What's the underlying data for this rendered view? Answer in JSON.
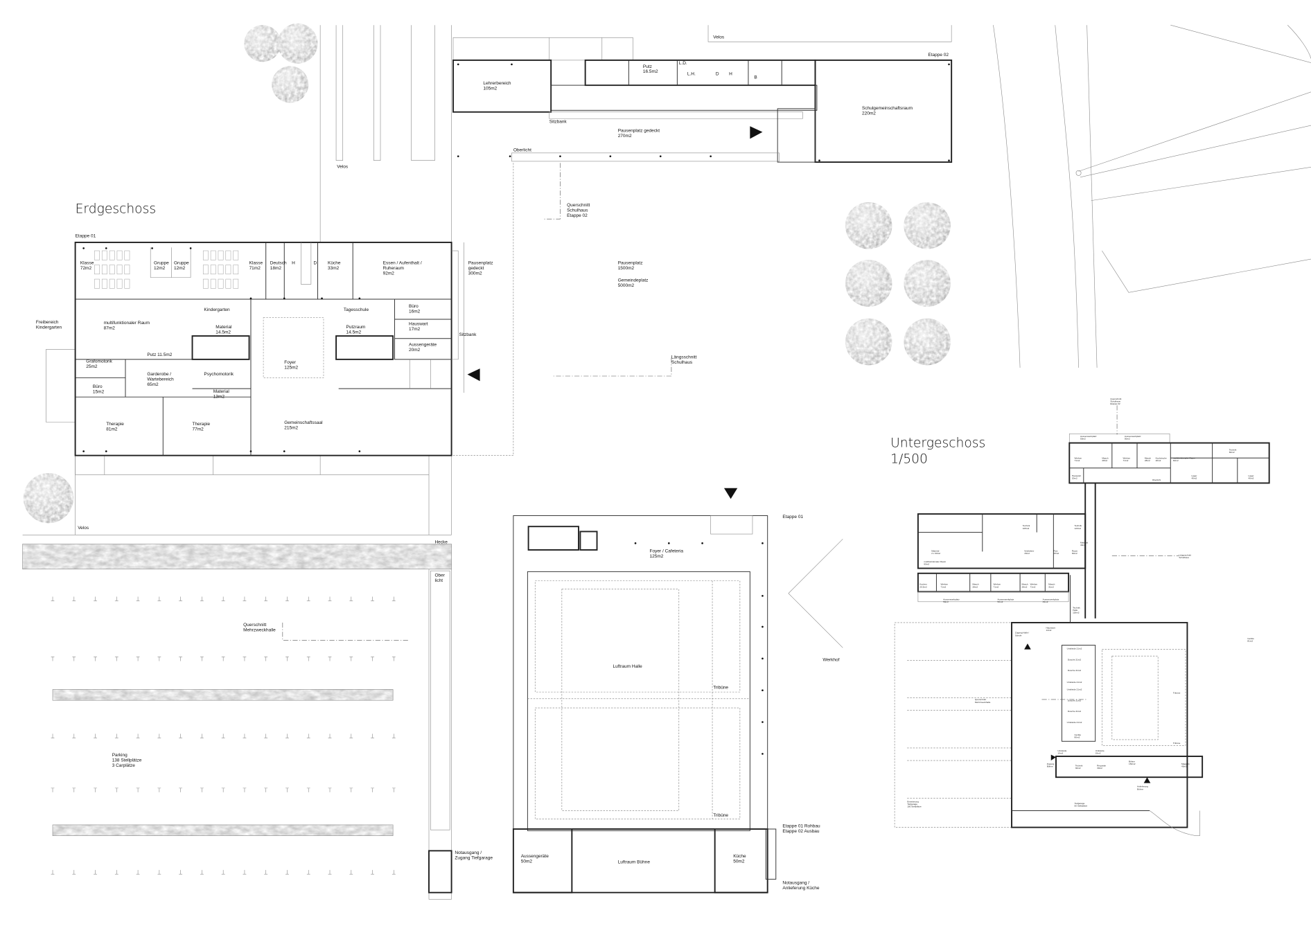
{
  "titles": {
    "erdgeschoss": "Erdgeschoss",
    "untergeschoss": "Untergeschoss",
    "scale": "1/500"
  },
  "erdgeschoss": {
    "etappe": [
      "Etappe 01"
    ],
    "rooms": [
      [
        "Klasse",
        "72m2"
      ],
      [
        "Gruppe",
        "12m2"
      ],
      [
        "Gruppe",
        "12m2"
      ],
      [
        "Klasse",
        "71m2"
      ],
      [
        "Deutsch",
        "18m2"
      ],
      [
        "H"
      ],
      [
        "D"
      ],
      [
        "Küche",
        "33m2"
      ],
      [
        "Essen / Aufenthalt /",
        "Ruheraum",
        "92m2"
      ],
      [
        "Kindergarten"
      ],
      [
        "multifunktionaler Raum",
        "87m2"
      ],
      [
        "Material",
        "14.5m2"
      ],
      [
        "Foyer",
        "125m2"
      ],
      [
        "Tagesschule"
      ],
      [
        "Putzraum",
        "14.5m2"
      ],
      [
        "Büro",
        "16m2"
      ],
      [
        "Hauswart",
        "17m2"
      ],
      [
        "Aussengeräte",
        "20m2"
      ],
      [
        "Putz 11.5m2"
      ],
      [
        "Grafomotorik",
        "25m2"
      ],
      [
        "Garderobe /",
        "Wartebereich",
        "65m2"
      ],
      [
        "Psychomotorik"
      ],
      [
        "Büro",
        "15m2"
      ],
      [
        "Material",
        "13m2"
      ],
      [
        "Therapie",
        "81m2"
      ],
      [
        "Therapie",
        "77m2"
      ],
      [
        "Gemeinschaftssaal",
        "215m2"
      ]
    ],
    "site": [
      [
        "Freibereich",
        "Kindergarten"
      ],
      [
        "Pausenplatz",
        "gedeckt",
        "300m2"
      ],
      [
        "Sitzbank"
      ],
      [
        "Velos"
      ],
      [
        "Velos"
      ],
      [
        "Pausenplatz",
        "1500m2"
      ],
      [
        "Gemeindeplatz",
        "5000m2"
      ],
      [
        "Querschnitt",
        "Schulhaus",
        "Etappe 02"
      ],
      [
        "Längsschnitt",
        "Schulhaus"
      ]
    ]
  },
  "etappe02": {
    "labels": [
      [
        "Etappe 02"
      ],
      [
        "Velos"
      ],
      [
        "Lehrerbereich",
        "105m2"
      ],
      [
        "Putz",
        "16.5m2"
      ],
      [
        "L.D."
      ],
      [
        "L.H."
      ],
      [
        "D"
      ],
      [
        "H"
      ],
      [
        "B"
      ],
      [
        "Schulgemeinschaftsraum",
        "220m2"
      ],
      [
        "Sitzbank"
      ],
      [
        "Pausenplatz gedeckt",
        "270m2"
      ],
      [
        "Oberlicht"
      ]
    ]
  },
  "parking": {
    "labels": [
      [
        "Hecke"
      ],
      [
        "Ober",
        "licht"
      ],
      [
        "Querschnitt",
        "Mehrzweckhalle"
      ],
      [
        "Parking",
        "138 Stellplätze",
        "3 Carplätze"
      ],
      [
        "Notausgang /",
        "Zugang Tiefgarage"
      ]
    ]
  },
  "halle": {
    "labels": [
      [
        "Etappe 01"
      ],
      [
        "Foyer / Cafeteria",
        "125m2"
      ],
      [
        "Luftraum Halle"
      ],
      [
        "Tribüne"
      ],
      [
        "Tribüne"
      ],
      [
        "Etappe 01 Rohbau",
        "Etappe 02 Ausbau"
      ],
      [
        "Aussengeräte",
        "50m2"
      ],
      [
        "Luftraum Bühne"
      ],
      [
        "Küche",
        "50m2"
      ],
      [
        "Notausgang /",
        "Anlieferung Küche"
      ],
      [
        "Werkhof"
      ]
    ]
  },
  "untergeschoss": {
    "labels": [
      [
        "Querschnitt",
        "Schulhaus",
        "Etappe 02"
      ],
      [
        "Aussenwerkplatz",
        "50m2"
      ],
      [
        "Aussenwerkplatz",
        "50m2"
      ],
      [
        "Werken",
        "71m2"
      ],
      [
        "Masch",
        "28m2"
      ],
      [
        "Werken",
        "71m2"
      ],
      [
        "Masch",
        "28m2"
      ],
      [
        "Kochnische",
        "20m2"
      ],
      [
        "multifunktionaler Raum",
        "60m2"
      ],
      [
        "Technik",
        "60m2"
      ],
      [
        "Hauswart",
        "20m2"
      ],
      [
        "Oberlicht"
      ],
      [
        "Lager",
        "40m2"
      ],
      [
        "Lager",
        "40m2"
      ],
      [
        "Technik",
        "105m2"
      ],
      [
        "Technik",
        "120m2"
      ],
      [
        "Material",
        "2 x 60m2"
      ],
      [
        "Velofahrer",
        "15m2"
      ],
      [
        "Putz",
        "15m2"
      ],
      [
        "Material",
        "40m2"
      ],
      [
        "Raum",
        "60m2"
      ],
      [
        "multifunktionaler Raum",
        "60m2"
      ],
      [
        "Kochen",
        "20.5m2"
      ],
      [
        "Werken",
        "71m2"
      ],
      [
        "Masch",
        "28m2"
      ],
      [
        "Werken",
        "71m2"
      ],
      [
        "Masch",
        "28m2"
      ],
      [
        "Werken",
        "71m2"
      ],
      [
        "Masch",
        "31m2"
      ],
      [
        "Aussenwerkplatz",
        "50m2"
      ],
      [
        "Aussenwerkplatz",
        "50m2"
      ],
      [
        "Aussenwerkplatz",
        "49m2"
      ],
      [
        "Längsschnitt",
        "Schulhaus"
      ],
      [
        "Technik",
        "Halle",
        "118m2"
      ],
      [
        "Hauswart",
        "14m2"
      ],
      [
        "Zugang Halle /",
        "Schule"
      ],
      [
        "Umkleide 21m2"
      ],
      [
        "Dusche 21m2"
      ],
      [
        "Dusche 21m2"
      ],
      [
        "Umkleide 21m2"
      ],
      [
        "Umkleide 21m2"
      ],
      [
        "Dusche 21m2"
      ],
      [
        "Dusche 21m2"
      ],
      [
        "Umkleide 21m2"
      ],
      [
        "Geräte",
        "80m2"
      ],
      [
        "Geräte",
        "81m2"
      ],
      [
        "Tribüne"
      ],
      [
        "Tribüne"
      ],
      [
        "Querschnitt",
        "Mehrzweckhalle"
      ],
      [
        "Umkleide",
        "10m2"
      ],
      [
        "Umkleide",
        "15m2"
      ],
      [
        "Bühne",
        "152m2"
      ],
      [
        "Magazin",
        "43m2"
      ],
      [
        "Technik",
        "30m2"
      ],
      [
        "Requisite",
        "30m2"
      ],
      [
        "Zugang",
        "Bühne"
      ],
      [
        "Anlieferung",
        "Bühne"
      ],
      [
        "Tiefgarage",
        "50 Stellplätze"
      ],
      [
        "Erweiterung",
        "Tiefgarage",
        "100 Stellplätze"
      ]
    ]
  }
}
